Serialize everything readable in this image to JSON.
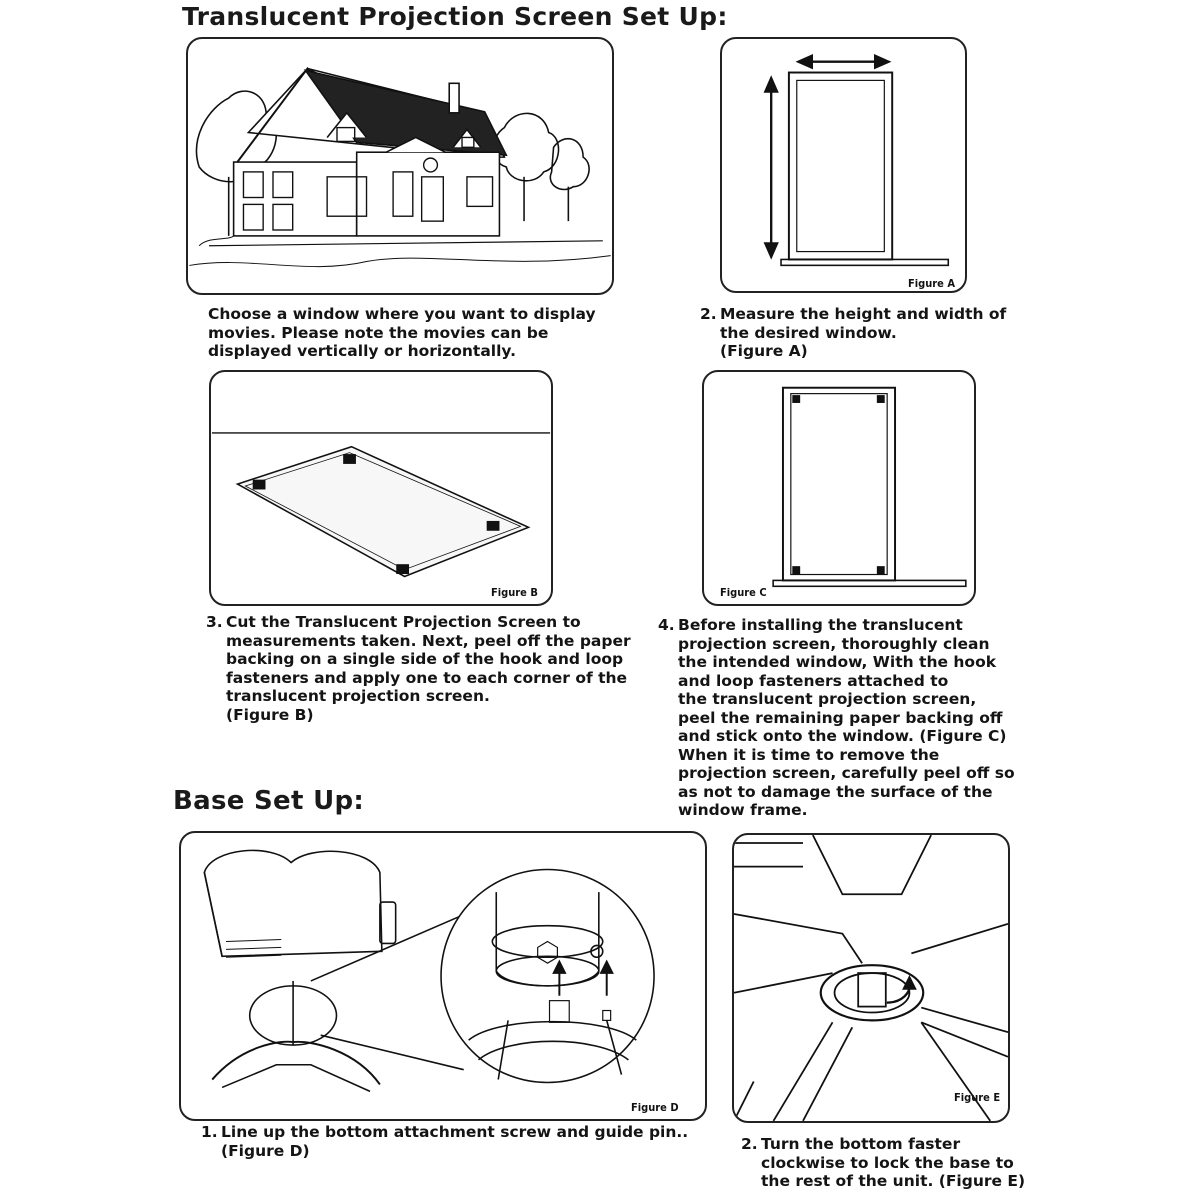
{
  "headings": {
    "projection": "Translucent Projection Screen Set Up:",
    "base": "Base Set Up:"
  },
  "figures": {
    "a": "Figure A",
    "b": "Figure B",
    "c": "Figure C",
    "d": "Figure D",
    "e": "Figure E"
  },
  "steps": {
    "s1": {
      "lines": [
        "Choose a window where you want to display",
        "movies. Please note the movies can be",
        "displayed vertically or horizontally."
      ]
    },
    "s2": {
      "num": "2.",
      "lines": [
        "Measure the height and width of",
        "the desired window.",
        "(Figure A)"
      ]
    },
    "s3": {
      "num": "3.",
      "lines": [
        "Cut the Translucent Projection Screen to",
        "measurements taken. Next, peel off the paper",
        "backing on a single side of the hook and loop",
        "fasteners and apply one to each corner of the",
        "translucent projection screen.",
        "(Figure B)"
      ]
    },
    "s4": {
      "num": "4.",
      "lines": [
        "Before installing the translucent",
        "projection screen, thoroughly clean",
        "the intended window, With the hook",
        "and loop fasteners attached to",
        "the translucent projection screen,",
        "peel the remaining paper backing off",
        "and stick onto the window. (Figure C)",
        "When it is time to remove the",
        "projection screen, carefully peel off so",
        "as not to damage the surface of the",
        "window frame."
      ]
    },
    "b1": {
      "num": "1.",
      "lines": [
        "Line up the bottom attachment screw and guide pin..",
        "(Figure D)"
      ]
    },
    "b2": {
      "num": "2.",
      "lines": [
        "Turn the bottom faster",
        "clockwise to lock the base to",
        "the rest of the unit. (Figure E)"
      ]
    }
  }
}
